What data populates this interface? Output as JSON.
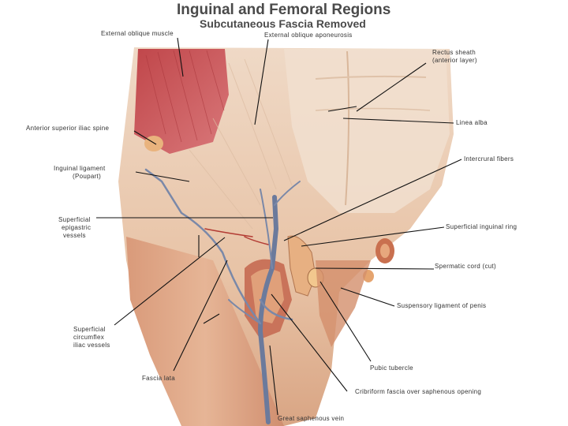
{
  "header": {
    "title": "Inguinal and Femoral Regions",
    "subtitle": "Subcutaneous Fascia Removed"
  },
  "labels": {
    "external_oblique_muscle": "External oblique muscle",
    "external_oblique_aponeurosis": "External oblique aponeurosis",
    "rectus_sheath_1": "Rectus sheath",
    "rectus_sheath_2": "(anterior layer)",
    "linea_alba": "Linea alba",
    "asis": "Anterior superior iliac spine",
    "inguinal_ligament_1": "Inguinal ligament",
    "inguinal_ligament_2": "(Poupart)",
    "intercrural_fibers": "Intercrural fibers",
    "superficial_epigastric_1": "Superficial",
    "superficial_epigastric_2": "epigastric",
    "superficial_epigastric_3": "vessels",
    "superficial_inguinal_ring": "Superficial inguinal ring",
    "spermatic_cord": "Spermatic cord (cut)",
    "suspensory_ligament": "Suspensory ligament of penis",
    "circumflex_1": "Superficial",
    "circumflex_2": "circumflex",
    "circumflex_3": "iliac vessels",
    "pubic_tubercle": "Pubic tubercle",
    "fascia_lata": "Fascia lata",
    "cribriform_fascia": "Cribriform fascia over saphenous opening",
    "great_saphenous_vein": "Great saphenous vein"
  }
}
